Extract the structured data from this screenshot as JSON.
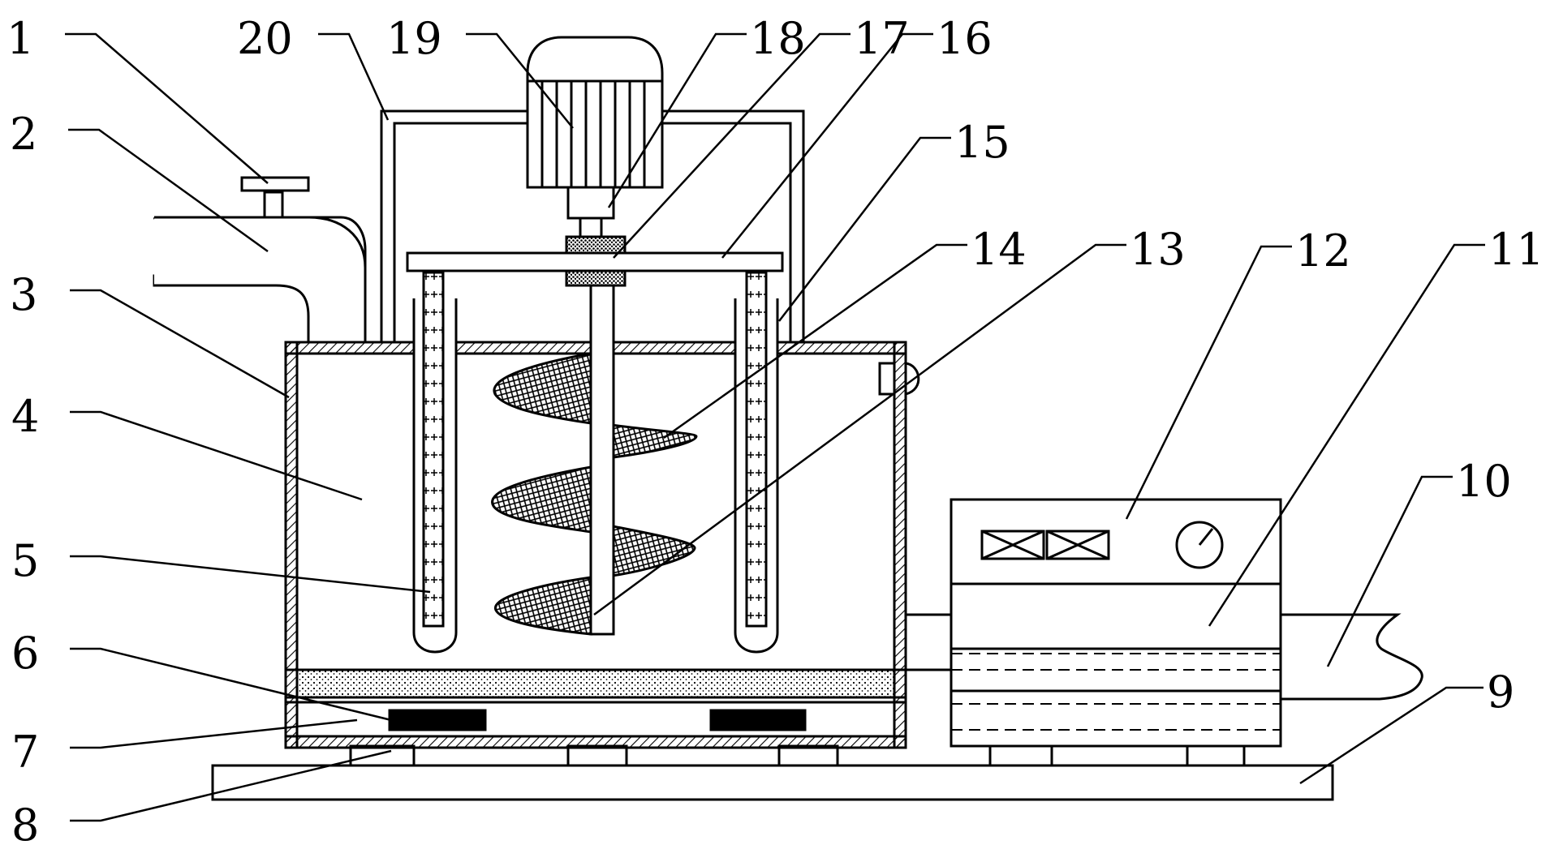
{
  "labels": {
    "l1": "1",
    "l2": "2",
    "l3": "3",
    "l4": "4",
    "l5": "5",
    "l6": "6",
    "l7": "7",
    "l8": "8",
    "l9": "9",
    "l10": "10",
    "l11": "11",
    "l12": "12",
    "l13": "13",
    "l14": "14",
    "l15": "15",
    "l16": "16",
    "l17": "17",
    "l18": "18",
    "l19": "19",
    "l20": "20"
  },
  "colors": {
    "line": "#000000",
    "fill": "#ffffff"
  }
}
